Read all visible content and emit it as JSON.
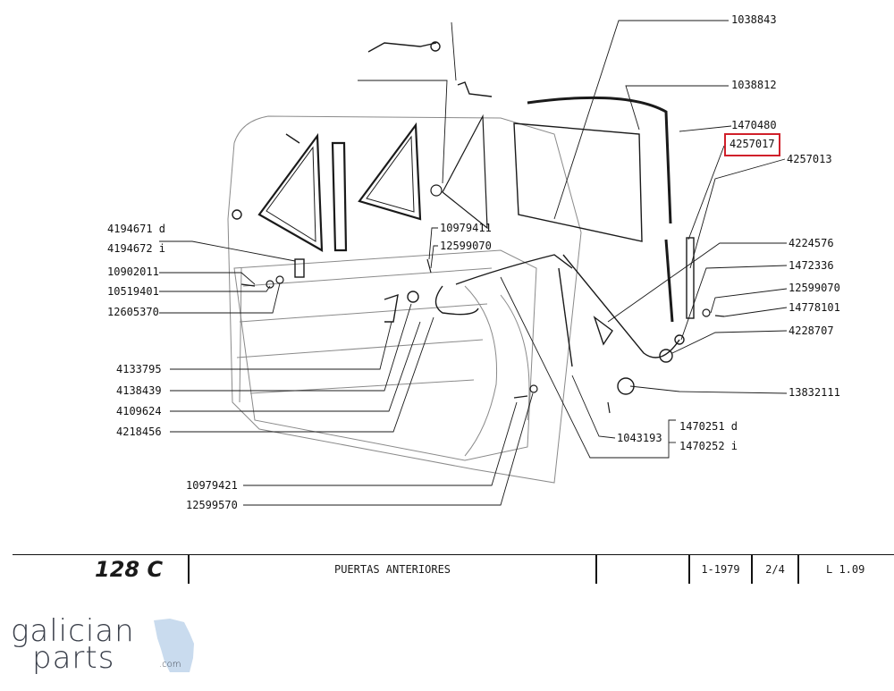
{
  "diagram": {
    "highlight_color": "#d0202a",
    "line_color": "#1a1a1a",
    "labels_right": [
      {
        "id": "1038843",
        "text": "1038843"
      },
      {
        "id": "1038812",
        "text": "1038812"
      },
      {
        "id": "1470480",
        "text": "1470480"
      },
      {
        "id": "4257017",
        "text": "4257017",
        "highlighted": true
      },
      {
        "id": "4257013",
        "text": "4257013"
      },
      {
        "id": "4224576",
        "text": "4224576"
      },
      {
        "id": "1472336",
        "text": "1472336"
      },
      {
        "id": "12599070b",
        "text": "12599070"
      },
      {
        "id": "14778101",
        "text": "14778101"
      },
      {
        "id": "4228707",
        "text": "4228707"
      },
      {
        "id": "13832111",
        "text": "13832111"
      },
      {
        "id": "1470251",
        "text": "1470251 d"
      },
      {
        "id": "1470252",
        "text": "1470252 i"
      },
      {
        "id": "1043193",
        "text": "1043193"
      }
    ],
    "labels_left": [
      {
        "id": "4194671",
        "text": "4194671 d"
      },
      {
        "id": "4194672",
        "text": "4194672 i"
      },
      {
        "id": "10902011",
        "text": "10902011"
      },
      {
        "id": "10519401",
        "text": "10519401"
      },
      {
        "id": "12605370",
        "text": "12605370"
      },
      {
        "id": "4133795",
        "text": "4133795"
      },
      {
        "id": "4138439",
        "text": "4138439"
      },
      {
        "id": "4109624",
        "text": "4109624"
      },
      {
        "id": "4218456",
        "text": "4218456"
      },
      {
        "id": "10979421",
        "text": "10979421"
      },
      {
        "id": "12599570",
        "text": "12599570"
      }
    ],
    "labels_center": [
      {
        "id": "10979411",
        "text": "10979411"
      },
      {
        "id": "12599070a",
        "text": "12599070"
      }
    ]
  },
  "titlebar": {
    "model": "128 C",
    "section": "PUERTAS ANTERIORES",
    "date": "1-1979",
    "page": "2/4",
    "ref": "L 1.09"
  },
  "logo": {
    "line1": "galician",
    "line2": "parts",
    "suffix": ".com",
    "accent_color": "#c9dbee"
  }
}
